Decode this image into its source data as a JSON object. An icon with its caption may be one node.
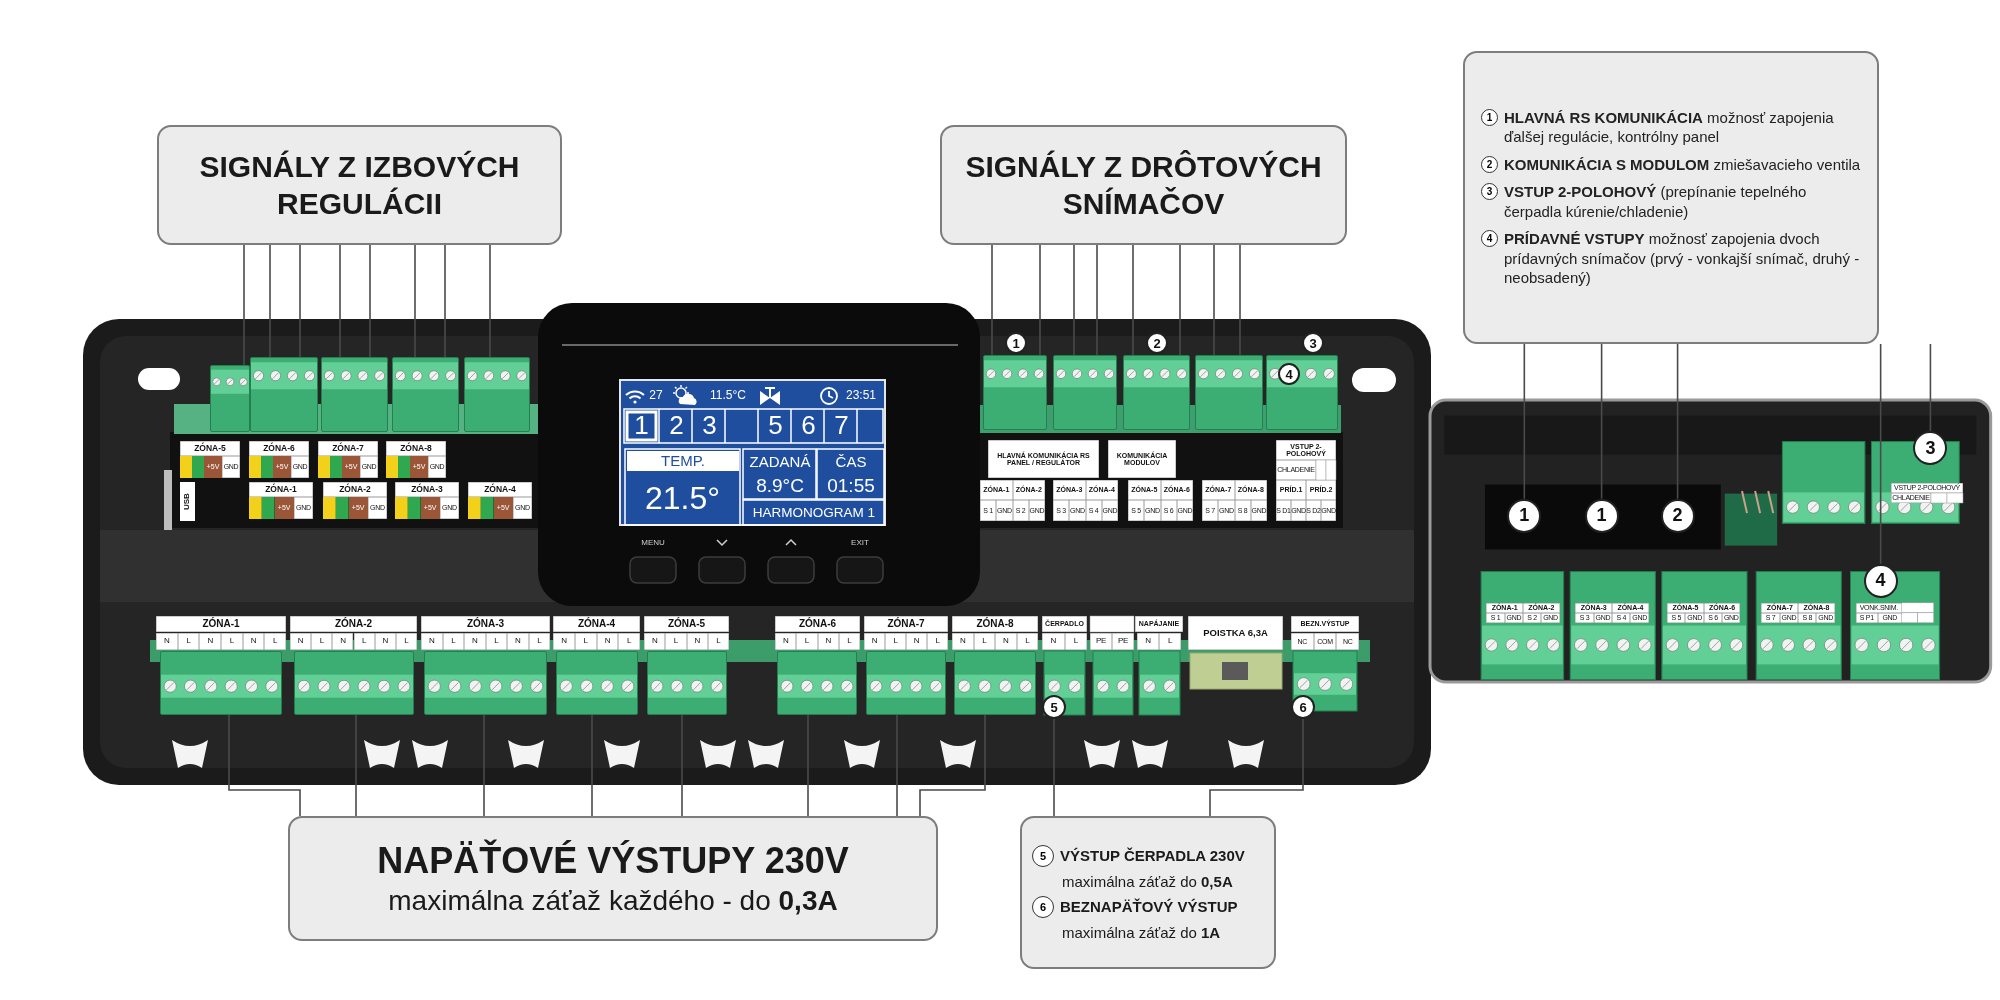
{
  "diagram": {
    "nodes": [
      {
        "text": [
          "SIGNÁLY Z IZBOVÝCH REGULÁCII"
        ]
      },
      {
        "text": [
          "SIGNÁLY Z DRÔTOVÝCH SNÍMAČOV"
        ]
      },
      {
        "text": [
          "1",
          "**HLAVNÁ RS KOMUNIKÁCIA** možnosť zapojenia ďalšej regulácie, kontrólny panel",
          "2",
          "**KOMUNIKÁCIA S MODULOM** zmiešavacieho ventila",
          "3",
          "**VSTUP 2-POLOHOVÝ** (prepínanie tepelného čerpadla kúrenie/chladenie)",
          "4",
          "**PRÍDAVNÉ VSTUPY** možnosť zapojenia dvoch prídavných snímačov (prvý - vonkajší snímač, druhý - neobsadený)"
        ]
      },
      {
        "text": [],
        "shape": "box"
      },
      {
        "text": [],
        "shape": "box"
      },
      {
        "text": [],
        "shape": "box"
      },
      {
        "text": [],
        "shape": "box"
      },
      {
        "text": [],
        "shape": "box"
      },
      {
        "text": [],
        "shape": "box"
      },
      {
        "text": [],
        "shape": "box"
      },
      {
        "text": [],
        "shape": "box"
      },
      {
        "text": [],
        "shape": "box"
      },
      {
        "text": [],
        "shape": "box"
      },
      {
        "text": [
          "1"
        ]
      },
      {
        "text": [
          "2"
        ]
      },
      {
        "text": [
          "3"
        ]
      },
      {
        "text": [
          "4"
        ],
        "in": 12
      },
      {
        "text": [],
        "shape": "box"
      },
      {
        "text": [],
        "shape": "box"
      },
      {
        "text": [],
        "shape": "box"
      },
      {
        "text": [],
        "shape": "box"
      },
      {
        "text": [],
        "shape": "box"
      },
      {
        "text": [],
        "shape": "box"
      },
      {
        "text": [],
        "shape": "box"
      },
      {
        "text": [],
        "shape": "box"
      },
      {
        "text": [
          "5"
        ]
      },
      {
        "text": [
          "6"
        ]
      },
      {
        "text": [
          "1"
        ]
      },
      {
        "text": [
          "1"
        ]
      },
      {
        "text": [
          "2"
        ]
      },
      {
        "text": [
          "3"
        ]
      },
      {
        "text": [
          "4"
        ]
      },
      {
        "text": [
          "NAPÄŤOVÉ VÝSTUPY 230V",
          "maximálna záťaž každého - do **0,3A**"
        ]
      },
      {
        "text": [
          "5",
          "VÝSTUP ČERPADLA 230V",
          "maximálna záťaž do **0,5A**",
          "6",
          "BEZNAPÄŤOVÝ VÝSTUP",
          "maximálna záťaž do **1A**"
        ]
      }
    ],
    "edges": [
      {
        "from": 0,
        "to": 3,
        "arrow": "none"
      },
      {
        "from": 0,
        "to": 4,
        "arrow": "none"
      },
      {
        "from": 0,
        "to": 4,
        "arrow": "none"
      },
      {
        "from": 0,
        "to": 5,
        "arrow": "none"
      },
      {
        "from": 0,
        "to": 5,
        "arrow": "none"
      },
      {
        "from": 0,
        "to": 6,
        "arrow": "none"
      },
      {
        "from": 0,
        "to": 6,
        "arrow": "none"
      },
      {
        "from": 0,
        "to": 7,
        "arrow": "none"
      },
      {
        "from": 1,
        "to": 8,
        "arrow": "none"
      },
      {
        "from": 1,
        "to": 8,
        "arrow": "none"
      },
      {
        "from": 1,
        "to": 9,
        "arrow": "none"
      },
      {
        "from": 1,
        "to": 9,
        "arrow": "none"
      },
      {
        "from": 1,
        "to": 10,
        "arrow": "none"
      },
      {
        "from": 1,
        "to": 10,
        "arrow": "none"
      },
      {
        "from": 1,
        "to": 11,
        "arrow": "none"
      },
      {
        "from": 1,
        "to": 11,
        "arrow": "none"
      },
      {
        "from": 2,
        "to": 27,
        "arrow": "none"
      },
      {
        "from": 2,
        "to": 28,
        "arrow": "none"
      },
      {
        "from": 2,
        "to": 29,
        "arrow": "none"
      },
      {
        "from": 2,
        "to": 31,
        "arrow": "none"
      },
      {
        "from": 2,
        "to": 30,
        "arrow": "none"
      },
      {
        "from": 32,
        "to": 17,
        "arrow": "none"
      },
      {
        "from": 32,
        "to": 18,
        "arrow": "none"
      },
      {
        "from": 32,
        "to": 19,
        "arrow": "none"
      },
      {
        "from": 32,
        "to": 20,
        "arrow": "none"
      },
      {
        "from": 32,
        "to": 21,
        "arrow": "none"
      },
      {
        "from": 32,
        "to": 22,
        "arrow": "none"
      },
      {
        "from": 32,
        "to": 23,
        "arrow": "none"
      },
      {
        "from": 32,
        "to": 24,
        "arrow": "none"
      },
      {
        "from": 33,
        "to": 25,
        "arrow": "none"
      },
      {
        "from": 33,
        "to": 26,
        "arrow": "none"
      }
    ],
    "labels": [
      "ZÓNA-5",
      "+5V",
      "GND",
      "ZÓNA-6",
      "+5V",
      "GND",
      "ZÓNA-7",
      "+5V",
      "GND",
      "ZÓNA-8",
      "+5V",
      "GND",
      "USB",
      "ZÓNA-1",
      "+5V",
      "GND",
      "ZÓNA-2",
      "+5V",
      "GND",
      "ZÓNA-3",
      "+5V",
      "GND",
      "ZÓNA-4",
      "+5V",
      "GND",
      "27",
      "11.5°C",
      "23:51",
      "1",
      "2",
      "3",
      "5",
      "6",
      "7",
      "TEMP.",
      "ZADANÁ",
      "ČAS",
      "21.5°",
      "8.9°C",
      "01:55",
      "HARMONOGRAM 1",
      "MENU",
      "EXIT",
      "HLAVNÁ KOMUNIKÁCIA RS PANEL / REGULÁTOR",
      "KOMUNIKÁCIA MODULOV",
      "VSTUP 2-POLOHOVÝ",
      "CHLADENIE",
      "ZÓNA-1",
      "ZÓNA-2",
      "ZÓNA-3",
      "ZÓNA-4",
      "ZÓNA-5",
      "ZÓNA-6",
      "ZÓNA-7",
      "ZÓNA-8",
      "PRÍD.1",
      "PRÍD.2",
      "S 1",
      "GND",
      "S 2",
      "GND",
      "S 3",
      "GND",
      "S 4",
      "GND",
      "S 5",
      "GND",
      "S 6",
      "GND",
      "S 7",
      "GND",
      "S 8",
      "GND",
      "S D1",
      "GND",
      "S D2",
      "GND",
      "ZÓNA-1",
      "ZÓNA-2",
      "ZÓNA-3",
      "ZÓNA-4",
      "ZÓNA-5",
      "ZÓNA-6",
      "ZÓNA-7",
      "ZÓNA-8",
      "ČERPADLO",
      "NAPÁJANIE",
      "POISTKA 6,3A",
      "BEZN.VÝSTUP",
      "N",
      "L",
      "N",
      "L",
      "N",
      "L",
      "N",
      "L",
      "N",
      "L",
      "N",
      "L",
      "N",
      "L",
      "N",
      "L",
      "N",
      "L",
      "N",
      "L",
      "N",
      "L",
      "N",
      "L",
      "N",
      "L",
      "N",
      "L",
      "N",
      "L",
      "N",
      "L",
      "N",
      "L",
      "N",
      "L",
      "N",
      "L",
      "N",
      "L",
      "PE",
      "PE",
      "N",
      "L",
      "NC",
      "COM",
      "NC",
      "VSTUP 2-POLOHOVÝ",
      "CHLADENIE",
      "ZÓNA-1",
      "ZÓNA-2",
      "ZÓNA-3",
      "ZÓNA-4",
      "ZÓNA-5",
      "ZÓNA-6",
      "ZÓNA-7",
      "ZÓNA-8",
      "VONK.SNIM.",
      "S 1",
      "GND",
      "S 2",
      "GND",
      "S 3",
      "GND",
      "S 4",
      "GND",
      "S 5",
      "GND",
      "S 6",
      "GND",
      "S 7",
      "GND",
      "S 8",
      "GND",
      "S P1",
      "GND"
    ]
  }
}
